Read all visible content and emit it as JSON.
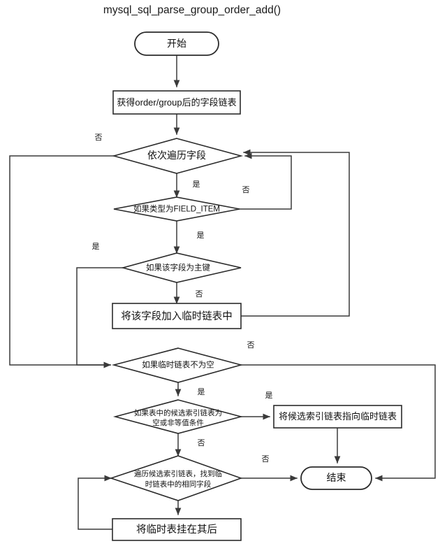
{
  "diagram": {
    "title": "mysql_sql_parse_group_order_add()",
    "type": "flowchart",
    "background_color": "#ffffff",
    "stroke_color": "#2b2b2b",
    "text_color": "#111111",
    "nodes": {
      "start": {
        "label": "开始",
        "shape": "terminal"
      },
      "get_fields": {
        "label": "获得order/group后的字段链表",
        "shape": "process"
      },
      "iterate_fields": {
        "label": "依次遍历字段",
        "shape": "decision"
      },
      "is_field_item": {
        "label": "如果类型为FIELD_ITEM",
        "shape": "decision"
      },
      "is_primary_key": {
        "label": "如果该字段为主键",
        "shape": "decision"
      },
      "add_to_temp_list": {
        "label": "将该字段加入临时链表中",
        "shape": "process"
      },
      "temp_list_not_empty": {
        "label": "如果临时链表不为空",
        "shape": "decision"
      },
      "candidate_empty_or_noneq": {
        "label_line1": "如果表中的候选索引链表为",
        "label_line2": "空或非等值条件",
        "shape": "decision"
      },
      "point_candidate_to_temp": {
        "label": "将候选索引链表指向临时链表",
        "shape": "process"
      },
      "traverse_candidate": {
        "label_line1": "遍历候选索引链表，找到临",
        "label_line2": "时链表中的相同字段",
        "shape": "decision"
      },
      "attach_temp_table": {
        "label": "将临时表挂在其后",
        "shape": "process"
      },
      "end": {
        "label": "结束",
        "shape": "terminal"
      }
    },
    "edge_labels": {
      "iterate_no": "否",
      "iterate_yes": "是",
      "field_item_no": "否",
      "field_item_yes": "是",
      "primary_key_yes": "是",
      "primary_key_no": "否",
      "temp_not_empty_no": "否",
      "temp_not_empty_yes": "是",
      "candidate_yes": "是",
      "candidate_no": "否",
      "traverse_no": "否"
    }
  }
}
